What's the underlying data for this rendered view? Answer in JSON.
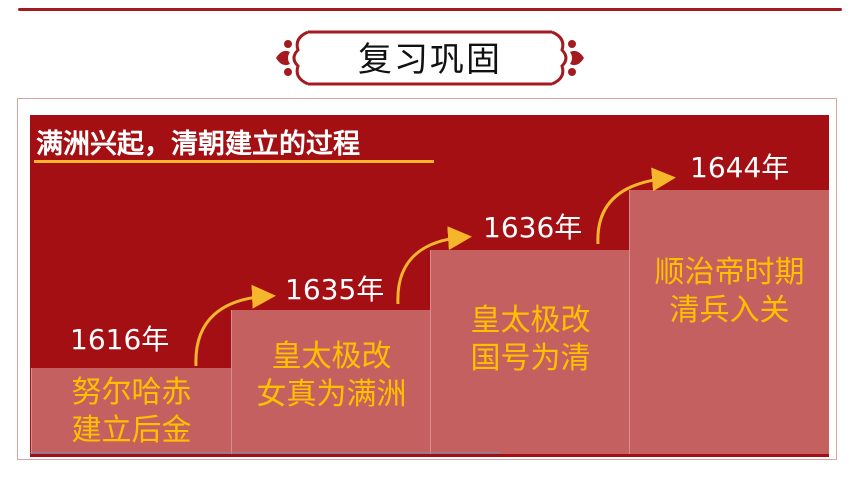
{
  "slide": {
    "title": "复习巩固",
    "subtitle": "满洲兴起，清朝建立的过程"
  },
  "timeline": {
    "steps": [
      {
        "year": "1616年",
        "line1": "努尔哈赤",
        "line2": "建立后金"
      },
      {
        "year": "1635年",
        "line1": "皇太极改",
        "line2": "女真为满洲"
      },
      {
        "year": "1636年",
        "line1": "皇太极改",
        "line2": "国号为清"
      },
      {
        "year": "1644年",
        "line1": "顺治帝时期",
        "line2": "清兵入关"
      }
    ]
  },
  "colors": {
    "panel": "#a30f12",
    "step_fill": "#c46060",
    "step_text": "#ffc000",
    "arrow": "#f6b62b",
    "title_frame": "#a31b1f"
  }
}
